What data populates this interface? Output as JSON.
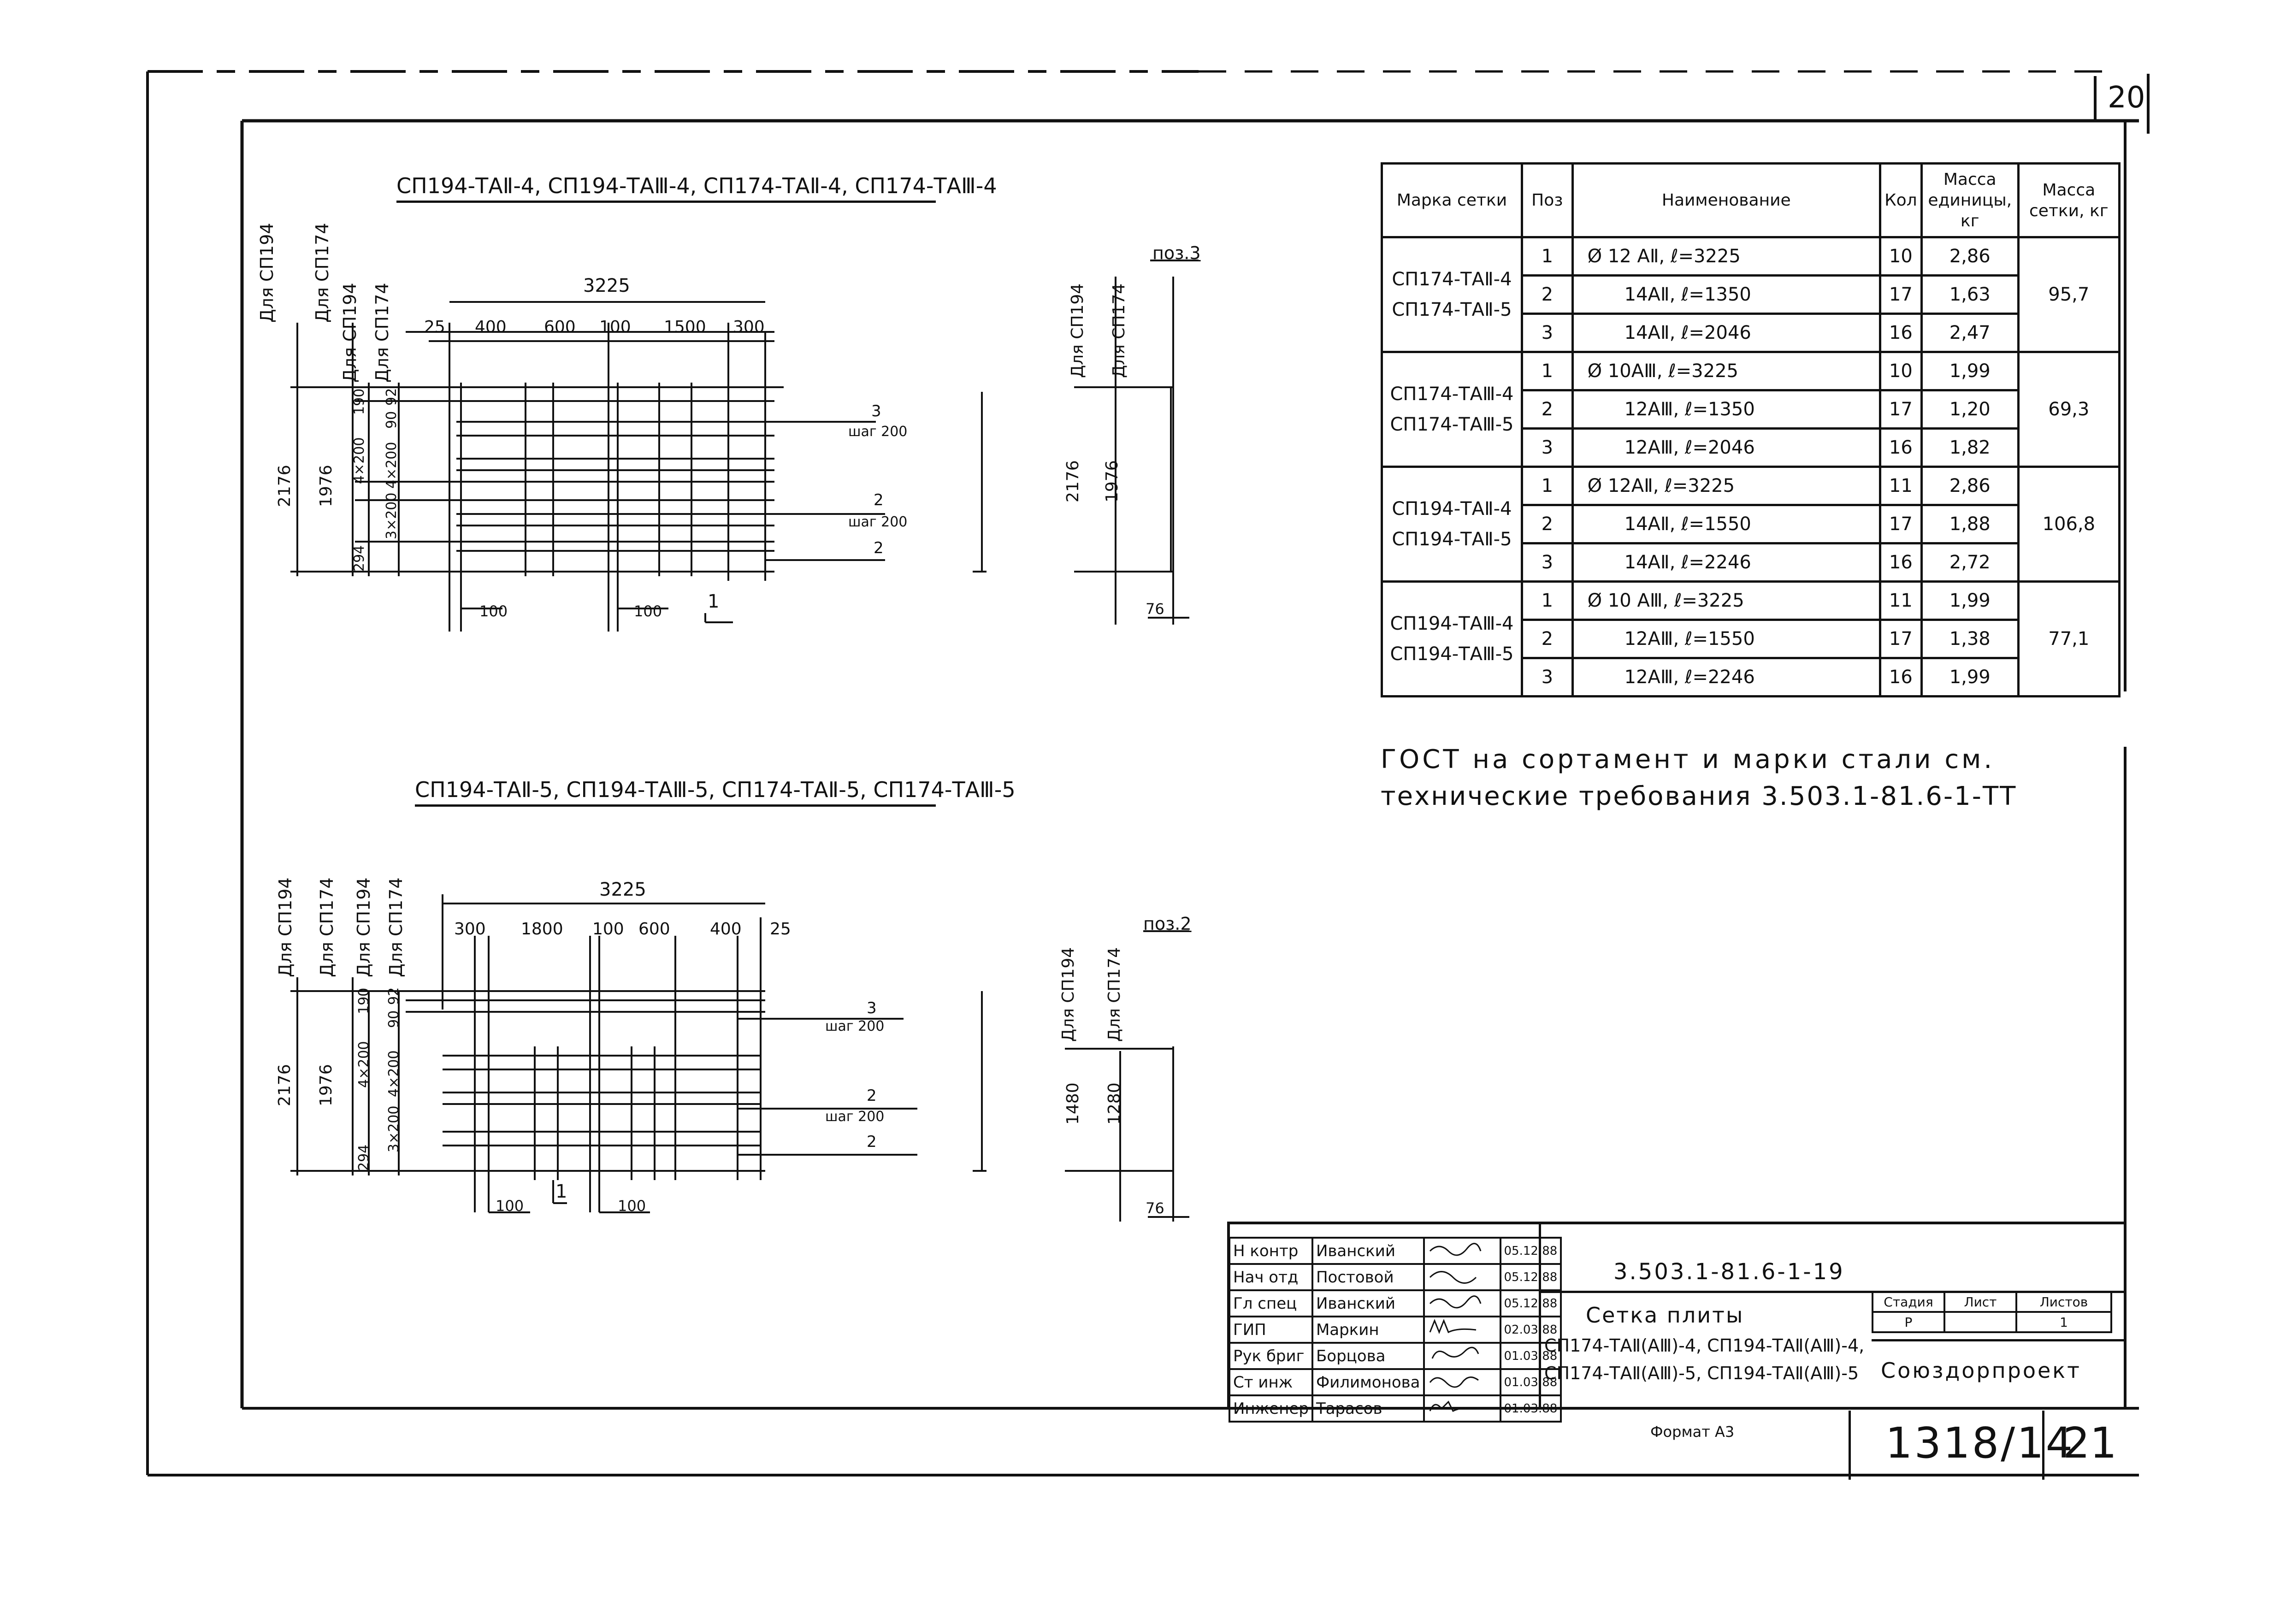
{
  "sheet_corner_number": "20",
  "upper_drawing": {
    "title": "СП194-ТАⅡ-4, СП194-ТАⅢ-4, СП174-ТАⅡ-4, СП174-ТАⅢ-4",
    "vertical_labels": [
      "Для СП194",
      "Для СП174",
      "Для СП194",
      "Для СП174"
    ],
    "overall_length": "3225",
    "segments": [
      "25",
      "400",
      "600",
      "100",
      "1500",
      "300"
    ],
    "heights": [
      "2176",
      "1976"
    ],
    "vertical_dims": [
      "190",
      "4×200",
      "294",
      "92",
      "90",
      "4×200",
      "3×200"
    ],
    "callouts": [
      "3",
      "шаг 200",
      "2",
      "шаг 200",
      "2",
      "1"
    ],
    "bottom_dims": [
      "100",
      "100"
    ]
  },
  "upper_side_view": {
    "pos_label": "поз.3",
    "vertical_labels": [
      "Для СП194",
      "Для СП174"
    ],
    "heights": [
      "2176",
      "1976"
    ],
    "bottom_dim": "76"
  },
  "lower_drawing": {
    "title": "СП194-ТАⅡ-5, СП194-ТАⅢ-5, СП174-ТАⅡ-5, СП174-ТАⅢ-5",
    "vertical_labels": [
      "Для СП194",
      "Для СП174",
      "Для СП194",
      "Для СП174"
    ],
    "overall_length": "3225",
    "segments": [
      "300",
      "1800",
      "100",
      "600",
      "400",
      "25"
    ],
    "heights": [
      "2176",
      "1976"
    ],
    "vertical_dims": [
      "190",
      "4×200",
      "294",
      "92",
      "90",
      "4×200",
      "3×200"
    ],
    "callouts": [
      "3",
      "шаг 200",
      "2",
      "шаг 200",
      "2",
      "1"
    ],
    "bottom_dims": [
      "100",
      "100"
    ]
  },
  "lower_side_view": {
    "pos_label": "поз.2",
    "vertical_labels": [
      "Для СП194",
      "Для СП174"
    ],
    "heights": [
      "1480",
      "1280"
    ],
    "bottom_dim": "76"
  },
  "spec_table": {
    "headers": [
      "Марка сетки",
      "Поз",
      "Наименование",
      "Кол",
      "Масса единицы, кг",
      "Масса сетки, кг"
    ],
    "groups": [
      {
        "marks": [
          "СП174-ТАⅡ-4",
          "СП174-ТАⅡ-5"
        ],
        "mass_total": "95,7",
        "rows": [
          {
            "pos": "1",
            "name": "Ø 12 АⅡ, ℓ=3225",
            "qty": "10",
            "unit_mass": "2,86"
          },
          {
            "pos": "2",
            "name": "14АⅡ, ℓ=1350",
            "qty": "17",
            "unit_mass": "1,63"
          },
          {
            "pos": "3",
            "name": "14АⅡ, ℓ=2046",
            "qty": "16",
            "unit_mass": "2,47"
          }
        ]
      },
      {
        "marks": [
          "СП174-ТАⅢ-4",
          "СП174-ТАⅢ-5"
        ],
        "mass_total": "69,3",
        "rows": [
          {
            "pos": "1",
            "name": "Ø 10АⅢ, ℓ=3225",
            "qty": "10",
            "unit_mass": "1,99"
          },
          {
            "pos": "2",
            "name": "12АⅢ, ℓ=1350",
            "qty": "17",
            "unit_mass": "1,20"
          },
          {
            "pos": "3",
            "name": "12АⅢ, ℓ=2046",
            "qty": "16",
            "unit_mass": "1,82"
          }
        ]
      },
      {
        "marks": [
          "СП194-ТАⅡ-4",
          "СП194-ТАⅡ-5"
        ],
        "mass_total": "106,8",
        "rows": [
          {
            "pos": "1",
            "name": "Ø 12АⅡ, ℓ=3225",
            "qty": "11",
            "unit_mass": "2,86"
          },
          {
            "pos": "2",
            "name": "14АⅡ, ℓ=1550",
            "qty": "17",
            "unit_mass": "1,88"
          },
          {
            "pos": "3",
            "name": "14АⅡ, ℓ=2246",
            "qty": "16",
            "unit_mass": "2,72"
          }
        ]
      },
      {
        "marks": [
          "СП194-ТАⅢ-4",
          "СП194-ТАⅢ-5"
        ],
        "mass_total": "77,1",
        "rows": [
          {
            "pos": "1",
            "name": "Ø 10 АⅢ, ℓ=3225",
            "qty": "11",
            "unit_mass": "1,99"
          },
          {
            "pos": "2",
            "name": "12АⅢ, ℓ=1550",
            "qty": "17",
            "unit_mass": "1,38"
          },
          {
            "pos": "3",
            "name": "12АⅢ, ℓ=2246",
            "qty": "16",
            "unit_mass": "1,99"
          }
        ]
      }
    ]
  },
  "gost_note": {
    "line1": "ГОСТ на сортамент и марки стали см.",
    "line2": "технические требования 3.503.1-81.6-1-ТТ"
  },
  "title_block": {
    "signatures": [
      {
        "role": "Н контр",
        "name": "Иванский",
        "date": "05.12.88"
      },
      {
        "role": "Нач отд",
        "name": "Постовой",
        "date": "05.12.88"
      },
      {
        "role": "Гл спец",
        "name": "Иванский",
        "date": "05.12.88"
      },
      {
        "role": "ГИП",
        "name": "Маркин",
        "date": "02.03.88"
      },
      {
        "role": "Рук бриг",
        "name": "Борцова",
        "date": "01.03.88"
      },
      {
        "role": "Ст инж",
        "name": "Филимонова",
        "date": "01.03.88"
      },
      {
        "role": "Инженер",
        "name": "Тарасов",
        "date": "01.03.88"
      }
    ],
    "document_code": "3.503.1-81.6-1-19",
    "sheet_title_line1": "Сетка плиты",
    "sheet_title_line2": "СП174-ТАⅡ(АⅢ)-4, СП194-ТАⅡ(АⅢ)-4,",
    "sheet_title_line3": "СП174-ТАⅡ(АⅢ)-5, СП194-ТАⅡ(АⅢ)-5",
    "stage_label": "Стадия",
    "sheet_label": "Лист",
    "sheets_label": "Листов",
    "stage_value": "Р",
    "sheets_value": "1",
    "organization": "Союздорпроект",
    "format": "Формат А3",
    "inventory_number": "1318/14",
    "page_number": "21"
  }
}
